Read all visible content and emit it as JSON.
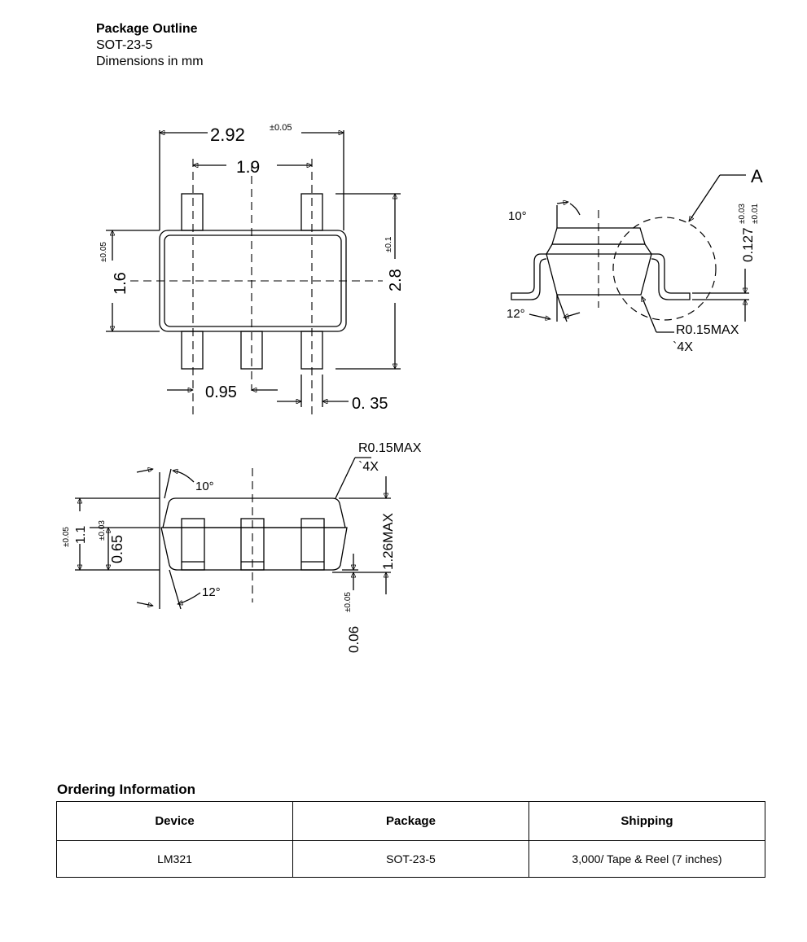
{
  "header": {
    "title": "Package Outline",
    "package": "SOT-23-5",
    "units": "Dimensions in mm"
  },
  "top_view": {
    "width": "2.92",
    "width_tol": "±0.05",
    "pitch_outer": "1.9",
    "body_width": "1.6",
    "body_width_tol": "±0.05",
    "overall_height": "2.8",
    "overall_height_tol": "±0.1",
    "pitch": "0.95",
    "lead_width": "0. 35"
  },
  "side_view": {
    "angle_top": "10°",
    "angle_bottom": "12°",
    "detail_label": "A",
    "lead_thickness": "0.127",
    "lead_thickness_tol_plus": "±0.03",
    "lead_thickness_tol_minus": "±0.01",
    "radius": "R0.15MAX",
    "radius_count": "`4X"
  },
  "front_view": {
    "angle_top": "10°",
    "angle_bottom": "12°",
    "radius": "R0.15MAX",
    "radius_count": "`4X",
    "body_height": "1.1",
    "body_height_tol": "±0.05",
    "upper_height": "0.65",
    "upper_height_tol": "±0.03",
    "max_height": "1.26MAX",
    "standoff": "0.06",
    "standoff_tol": "±0.05"
  },
  "ordering": {
    "title": "Ordering Information",
    "headers": [
      "Device",
      "Package",
      "Shipping"
    ],
    "rows": [
      [
        "LM321",
        "SOT-23-5",
        "3,000/ Tape & Reel (7 inches)"
      ]
    ]
  }
}
